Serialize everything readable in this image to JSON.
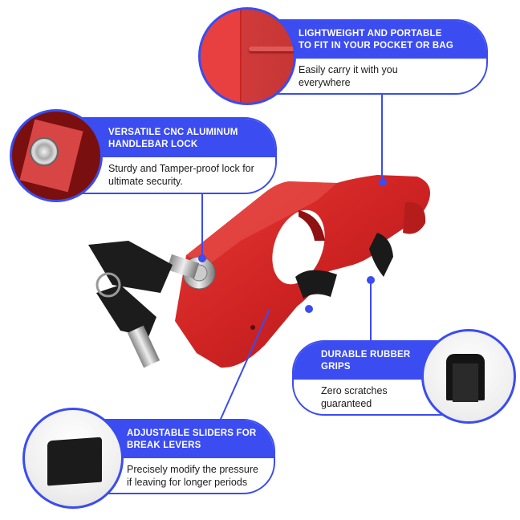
{
  "callouts": [
    {
      "id": "lightweight",
      "title": "LIGHTWEIGHT AND PORTABLE TO FIT IN YOUR POCKET OR BAG",
      "title_line1": "LIGHTWEIGHT AND PORTABLE",
      "title_line2": "TO FIT IN YOUR POCKET OR BAG",
      "body_line1": "Easily carry it with you",
      "body_line2": "everywhere",
      "image": "red-aluminum-closeup"
    },
    {
      "id": "cnc-lock",
      "title_line1": "VERSATILE CNC ALUMINUM",
      "title_line2": "HANDLEBAR LOCK",
      "body_line1": "Sturdy and Tamper-proof lock for",
      "body_line2": "ultimate security.",
      "image": "lock-cylinder-closeup"
    },
    {
      "id": "rubber-grips",
      "title_line1": "DURABLE RUBBER",
      "title_line2": "GRIPS",
      "body_line1": "Zero scratches",
      "body_line2": "guaranteed",
      "image": "rubber-grip-piece"
    },
    {
      "id": "sliders",
      "title_line1": "ADJUSTABLE SLIDERS FOR",
      "title_line2": "BREAK LEVERS",
      "body_line1": "Precisely modify the pressure",
      "body_line2": "if leaving for longer periods",
      "image": "slider-pad"
    }
  ],
  "colors": {
    "accent": "#3b4cf0",
    "product_red": "#d32424",
    "rubber_black": "#1a1a1a"
  }
}
